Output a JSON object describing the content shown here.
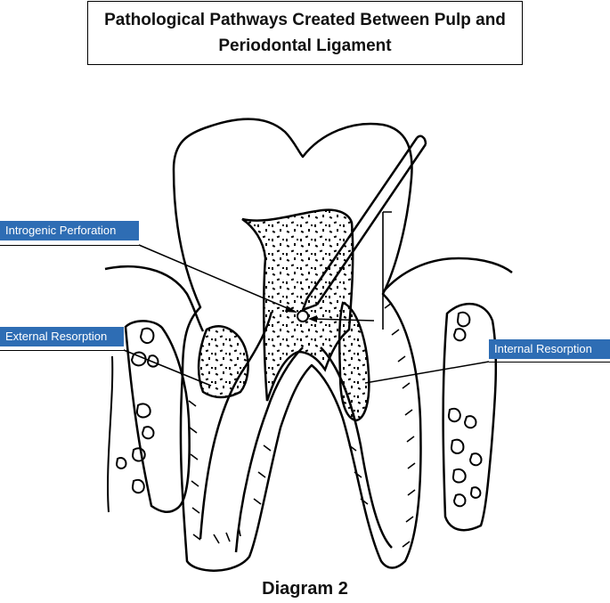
{
  "title": {
    "line1": "Pathological Pathways Created Between Pulp and",
    "line2": "Periodontal Ligament"
  },
  "labels": {
    "iatrogenic": "Introgenic Perforation",
    "external": "External Resorption",
    "internal": "Internal Resorption"
  },
  "caption": "Diagram 2",
  "colors": {
    "label_bg": "#2e6db4",
    "label_text": "#ffffff",
    "line": "#000000"
  }
}
